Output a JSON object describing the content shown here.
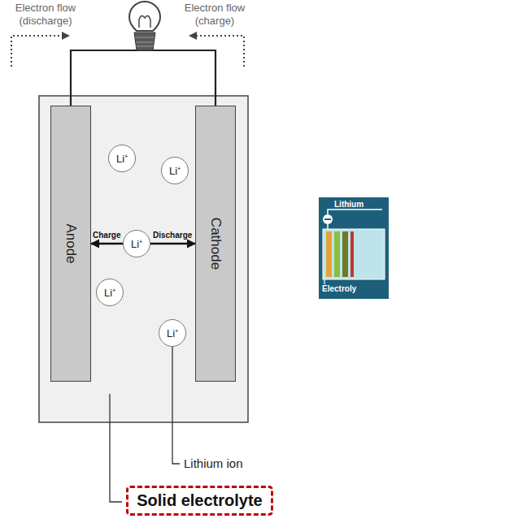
{
  "diagram": {
    "nodes": [
      {
        "text": [
          "Anode"
        ]
      },
      {
        "text": [
          "Li⁺"
        ]
      },
      {
        "text": [
          "Li⁺"
        ]
      },
      {
        "text": [
          "Li⁺"
        ]
      },
      {
        "text": [
          "Li⁺"
        ]
      },
      {
        "text": [
          "Li⁺"
        ]
      },
      {
        "text": [
          "Cathode"
        ]
      },
      {
        "text": [
          "Solid electrolyte"
        ]
      }
    ],
    "edges": [
      {
        "from": 3,
        "to": 0,
        "label": "Charge",
        "arrow": "to"
      },
      {
        "from": 3,
        "to": 6,
        "label": "Discharge",
        "arrow": "to"
      }
    ],
    "labels": [
      "Electron flow (discharge)",
      "Electron flow (charge)",
      "Lithium ion",
      "Lithium",
      "Electroly"
    ]
  }
}
